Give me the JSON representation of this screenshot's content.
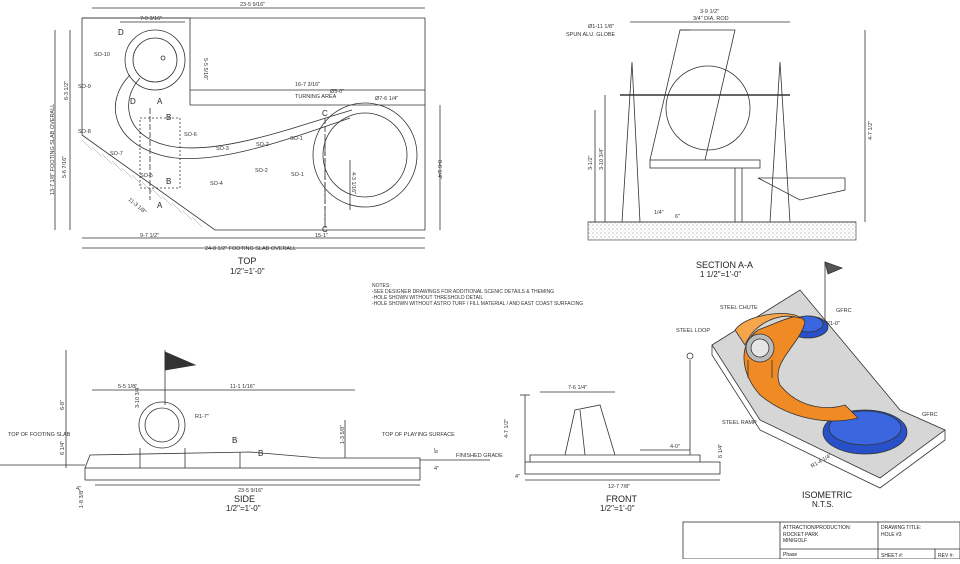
{
  "top": {
    "title": "TOP",
    "scale": "1/2\"=1'-0\"",
    "dims": {
      "overall_top": "23-5 9/16\"",
      "d1": "7-9 3/16\"",
      "d2": "5-5 5/16\"",
      "d3": "16-7 3/16\"",
      "d4": "Ø7-6 1/4\"",
      "d5": "Ø5-0\"",
      "turning_area": "TURNING AREA",
      "d6": "4-3 1/16\"",
      "d7": "8-6 1/4\"",
      "d8": "5-6 7/16\"",
      "d9": "11-3 1/8\"",
      "d10": "9-7 1/2\"",
      "d11": "15-1\"",
      "footing_overall": "24-8 1/2\" FOOTING SLAB OVERALL",
      "footing_left": "13-7 1/8\" FOOTING SLAB OVERALL",
      "d12": "6-3 1/2\""
    },
    "so": [
      "SO-10",
      "SO-9",
      "SO-8",
      "SO-7",
      "SO-6",
      "SO-5",
      "SO-4",
      "SO-3",
      "SO-2",
      "SO-2",
      "SO-1",
      "SO-1"
    ],
    "sect": [
      "A",
      "A",
      "B",
      "B",
      "C",
      "C",
      "D",
      "D"
    ]
  },
  "section": {
    "title": "SECTION A-A",
    "scale": "1 1/2\"=1'-0\"",
    "d1": "3-9 1/2\"",
    "d1b": "3/4\" DIA. ROD",
    "d2": "Ø1-11 1/8\"",
    "d2b": "SPUN ALU. GLOBE",
    "d3": "4-7 1/2\"",
    "d4": "3-10 3/4\"",
    "d5": "3-1/2\"",
    "d6": "1/4\"",
    "d7": "6\""
  },
  "notes": [
    "NOTES:",
    "-SEE DESIGNER DRAWINGS FOR ADDITIONAL SCENIC DETAILS & THEMING",
    "-HOLE SHOWN WITHOUT THRESHOLD DETAIL",
    "-HOLE SHOWN WITHOUT ASTRO TURF / FILL MATERIAL / AND EAST COAST SURFACING"
  ],
  "side": {
    "title": "SIDE",
    "scale": "1/2\"=1'-0\"",
    "top_footing": "TOP OF FOOTING SLAB",
    "top_playing": "TOP OF PLAYING SURFACE",
    "finished_grade": "FINISHED GRADE",
    "d1": "5-5 1/8\"",
    "d2": "11-1 1/16\"",
    "d3": "R1-7\"",
    "d4": "3-10 3/4\"",
    "d5": "6-8\"",
    "d6": "1-3 5/8\"",
    "d7": "6 1/4\"",
    "d8": "4\"",
    "d9": "23-5 9/16\"",
    "d10": "1-8 3/8\"",
    "d11": "B",
    "d12": "B",
    "d13": "6\"",
    "d14": "4\""
  },
  "front": {
    "title": "FRONT",
    "scale": "1/2\"=1'-0\"",
    "d1": "7-6 1/4\"",
    "d2": "4-7 1/2\"",
    "d3": "4-0\"",
    "d4": "12-7 7/8\"",
    "d5": "6 1/4\"",
    "d6": "4\""
  },
  "iso": {
    "title": "ISOMETRIC",
    "scale": "N.T.S.",
    "steel_chute": "STEEL CHUTE",
    "steel_loop": "STEEL LOOP",
    "steel_ramp": "STEEL RAMP",
    "gfrc1": "GFRC",
    "gfrc2": "GFRC",
    "r1": "R1-0\"",
    "r2": "R1-4 1/4\""
  },
  "title_block": {
    "attraction_label": "ATTRACTION/PRODUCTION:",
    "attraction_1": "ROCKET PARK",
    "attraction_2": "MINIGOLF",
    "drawing_title_label": "DRAWING TITLE:",
    "drawing_title": "HOLE #3",
    "phase": "Phase",
    "sheet": "SHEET #:",
    "rev": "REV #:"
  },
  "colors": {
    "orange": "#f08a24",
    "blue": "#2850c8",
    "grey": "#cfcfcf",
    "line": "#333333"
  }
}
